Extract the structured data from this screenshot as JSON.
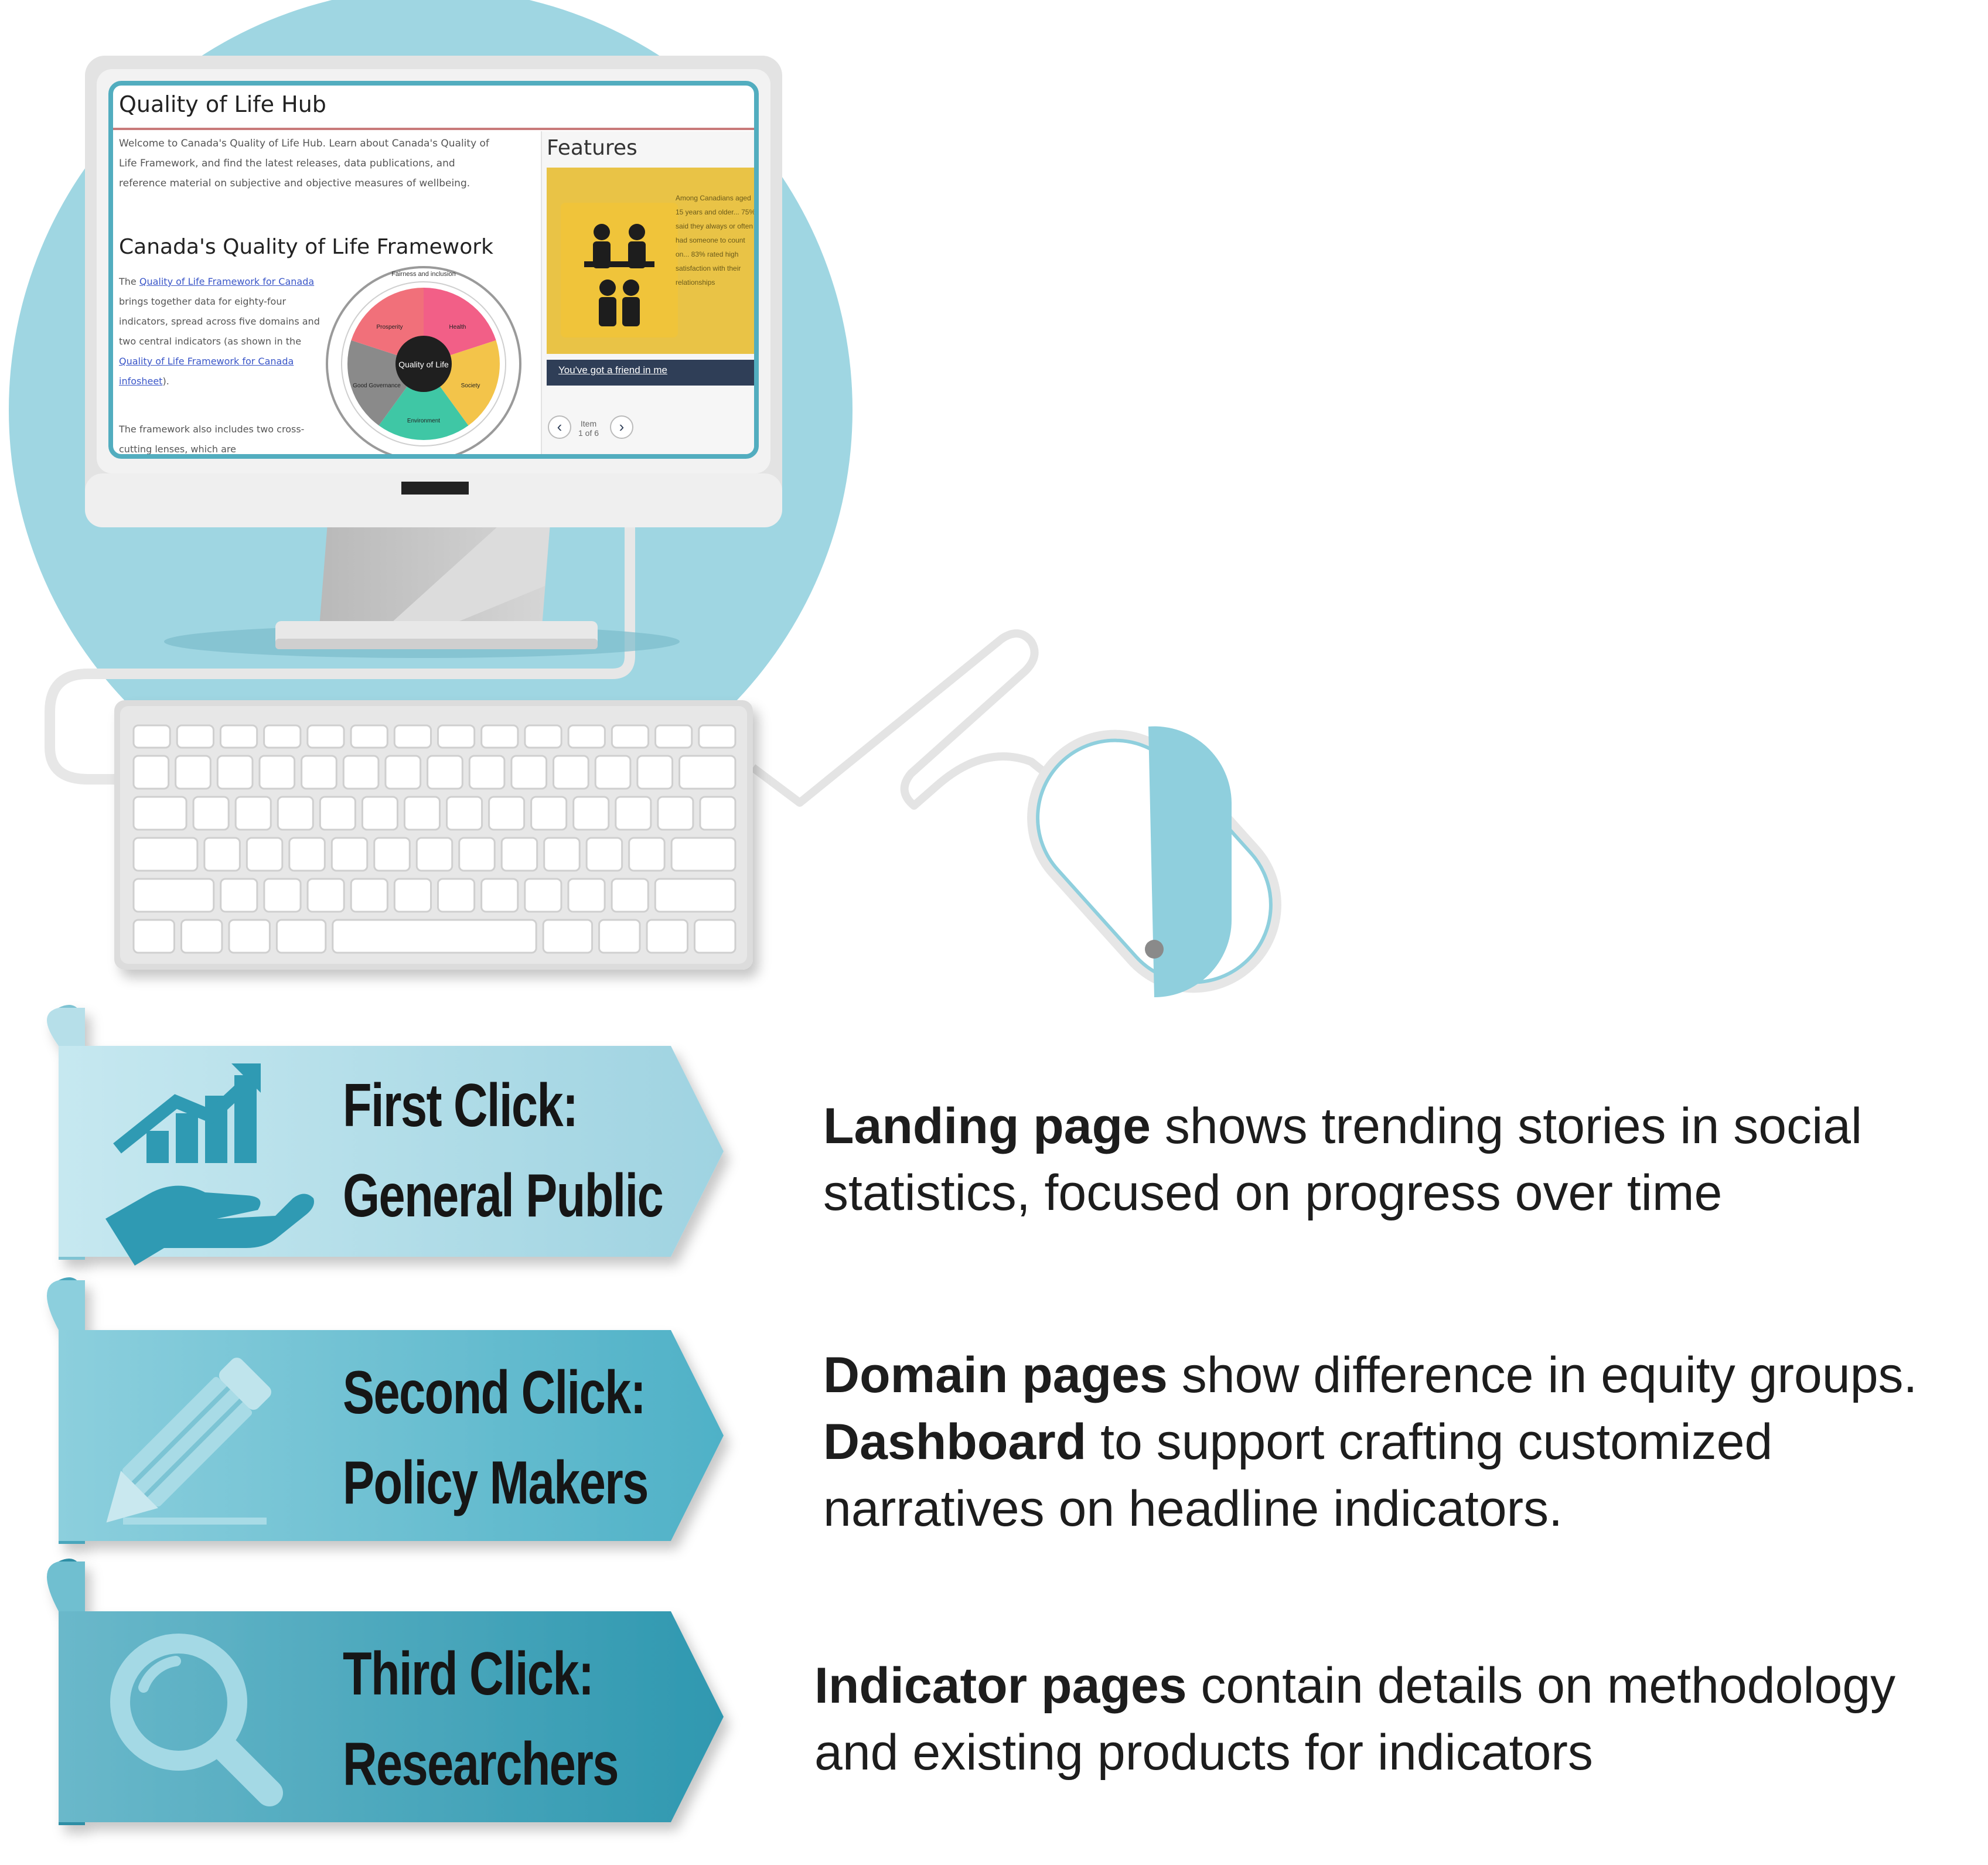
{
  "screen": {
    "title": "Quality of Life Hub",
    "intro": "Welcome to Canada's Quality of Life Hub. Learn about Canada's Quality of Life Framework, and find the latest releases, data publications, and reference material on subjective and objective measures of wellbeing.",
    "framework_heading": "Canada's Quality of Life Framework",
    "framework_text_1": "The",
    "framework_link_1": "Quality of Life Framework for Canada",
    "framework_text_2": "brings together data for eighty-four indicators, spread across five domains and two central indicators (as shown in the",
    "framework_link_2": "Quality of Life Framework for Canada infosheet",
    "framework_text_3": ").",
    "framework_text_4": "The framework also includes two cross-cutting lenses, which are",
    "wheel_center": "Quality of Life",
    "wheel_outer_label": "Fairness and inclusion",
    "wheel_domains": [
      "Prosperity",
      "Health",
      "Society",
      "Environment",
      "Good Governance"
    ],
    "features_title": "Features",
    "feature_image_text": "Among Canadians aged 15 years and older... 75% said they always or often had someone to count on... 83% rated high satisfaction with their relationships",
    "feature_caption": "You've got a friend in me",
    "pager_label": "Item",
    "pager_count": "1 of 6"
  },
  "clicks": [
    {
      "title_line1": "First Click:",
      "title_line2": "General Public",
      "icon": "growth-hand-icon",
      "desc_bold_1": "Landing page",
      "desc_text_1": " shows trending stories in social",
      "desc_line_2": "statistics, focused on progress over time"
    },
    {
      "title_line1": "Second Click:",
      "title_line2": "Policy Makers",
      "icon": "pencil-icon",
      "desc_bold_1": "Domain pages",
      "desc_text_1": " show difference in equity groups.",
      "desc_bold_2": "Dashboard",
      "desc_text_2": " to support crafting customized",
      "desc_line_3": "narratives on headline indicators."
    },
    {
      "title_line1": "Third Click:",
      "title_line2": "Researchers",
      "icon": "magnifier-icon",
      "desc_bold_1": "Indicator pages",
      "desc_text_1": " contain details on methodology",
      "desc_line_2": "and existing products for indicators"
    }
  ],
  "colors": {
    "circle": "#9fd6e2",
    "screen_border": "#52adbf",
    "ribbon1": "#a9dbe7",
    "ribbon2": "#5cb9cd",
    "ribbon3": "#3a9fb6",
    "mouse_accent": "#8fcfdd"
  }
}
